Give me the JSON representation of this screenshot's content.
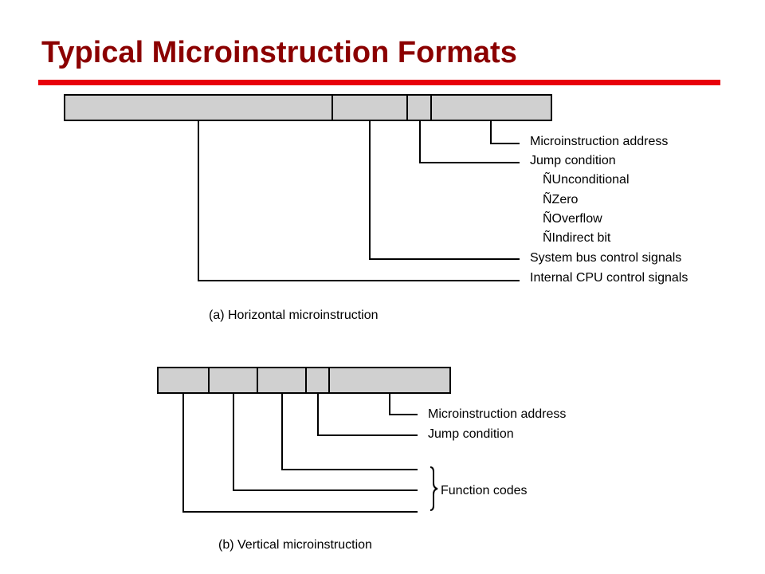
{
  "title": "Typical Microinstruction Formats",
  "colors": {
    "title": "#8b0000",
    "rule": "#e8000b",
    "field_fill": "#d0d0d0",
    "stroke": "#000000"
  },
  "horizontal": {
    "labels": {
      "address": "Microinstruction address",
      "jump": "Jump condition",
      "unconditional": "ÑUnconditional",
      "zero": "ÑZero",
      "overflow": "ÑOverflow",
      "indirect": "ÑIndirect bit",
      "system_bus": "System bus control signals",
      "internal_cpu": "Internal CPU control signals"
    },
    "caption": "(a) Horizontal microinstruction"
  },
  "vertical": {
    "labels": {
      "address": "Microinstruction address",
      "jump": "Jump condition",
      "function_codes": "Function codes"
    },
    "caption": "(b) Vertical microinstruction"
  }
}
